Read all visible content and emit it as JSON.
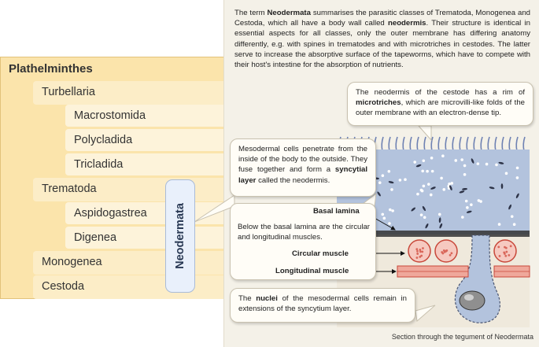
{
  "taxonomy": {
    "root": "Plathelminthes",
    "groups": [
      {
        "label": "Turbellaria",
        "children": [
          "Macrostomida",
          "Polycladida",
          "Tricladida"
        ]
      },
      {
        "label": "Trematoda",
        "children": [
          "Aspidogastrea",
          "Digenea"
        ]
      },
      {
        "label": "Monogenea",
        "children": []
      },
      {
        "label": "Cestoda",
        "children": []
      }
    ],
    "clade_label": "Neodermata"
  },
  "intro": {
    "p1": "The term ",
    "b1": "Neodermata",
    "p2": " summarises the parasitic classes of Trematoda, Monogenea and Cestoda, which all have a body wall called ",
    "b2": "neodermis",
    "p3": ". Their structure is identical in essential aspects for all classes, only the outer membrane has differing anatomy differently, e.g. with spines in trematodes and with microtriches in cestodes. The latter serve to increase the absorptive surface of the tapeworms, which have to compete with their host's intestine for the absorption of nutrients."
  },
  "callouts": {
    "microtriches": {
      "p1": "The neodermis of the cestode has a rim of ",
      "b1": "microtriches",
      "p2": ", which are microvilli-like folds of the outer membrane with an electron-dense tip."
    },
    "syncytial": {
      "p1": "Mesodermal cells penetrate from the inside of the body to the outside. They fuse together and form a ",
      "b1": "syncytial layer",
      "p2": " called the neodermis."
    },
    "muscles": {
      "title": "Basal lamina",
      "text": "Below the basal lamina are the circular and longitudinal muscles.",
      "circular": "Circular muscle",
      "longitudinal": "Longitudinal muscle"
    },
    "nuclei": {
      "p1": "The ",
      "b1": "nuclei",
      "p2": " of the mesodermal cells remain in extensions of the syncytium layer."
    }
  },
  "caption": "Section through the tegument of Neodermata",
  "colors": {
    "panel": "#fbe4ab",
    "tegument": "#b3c3dd",
    "muscle": "#e8907e",
    "right_bg": "#f4f1e8"
  }
}
